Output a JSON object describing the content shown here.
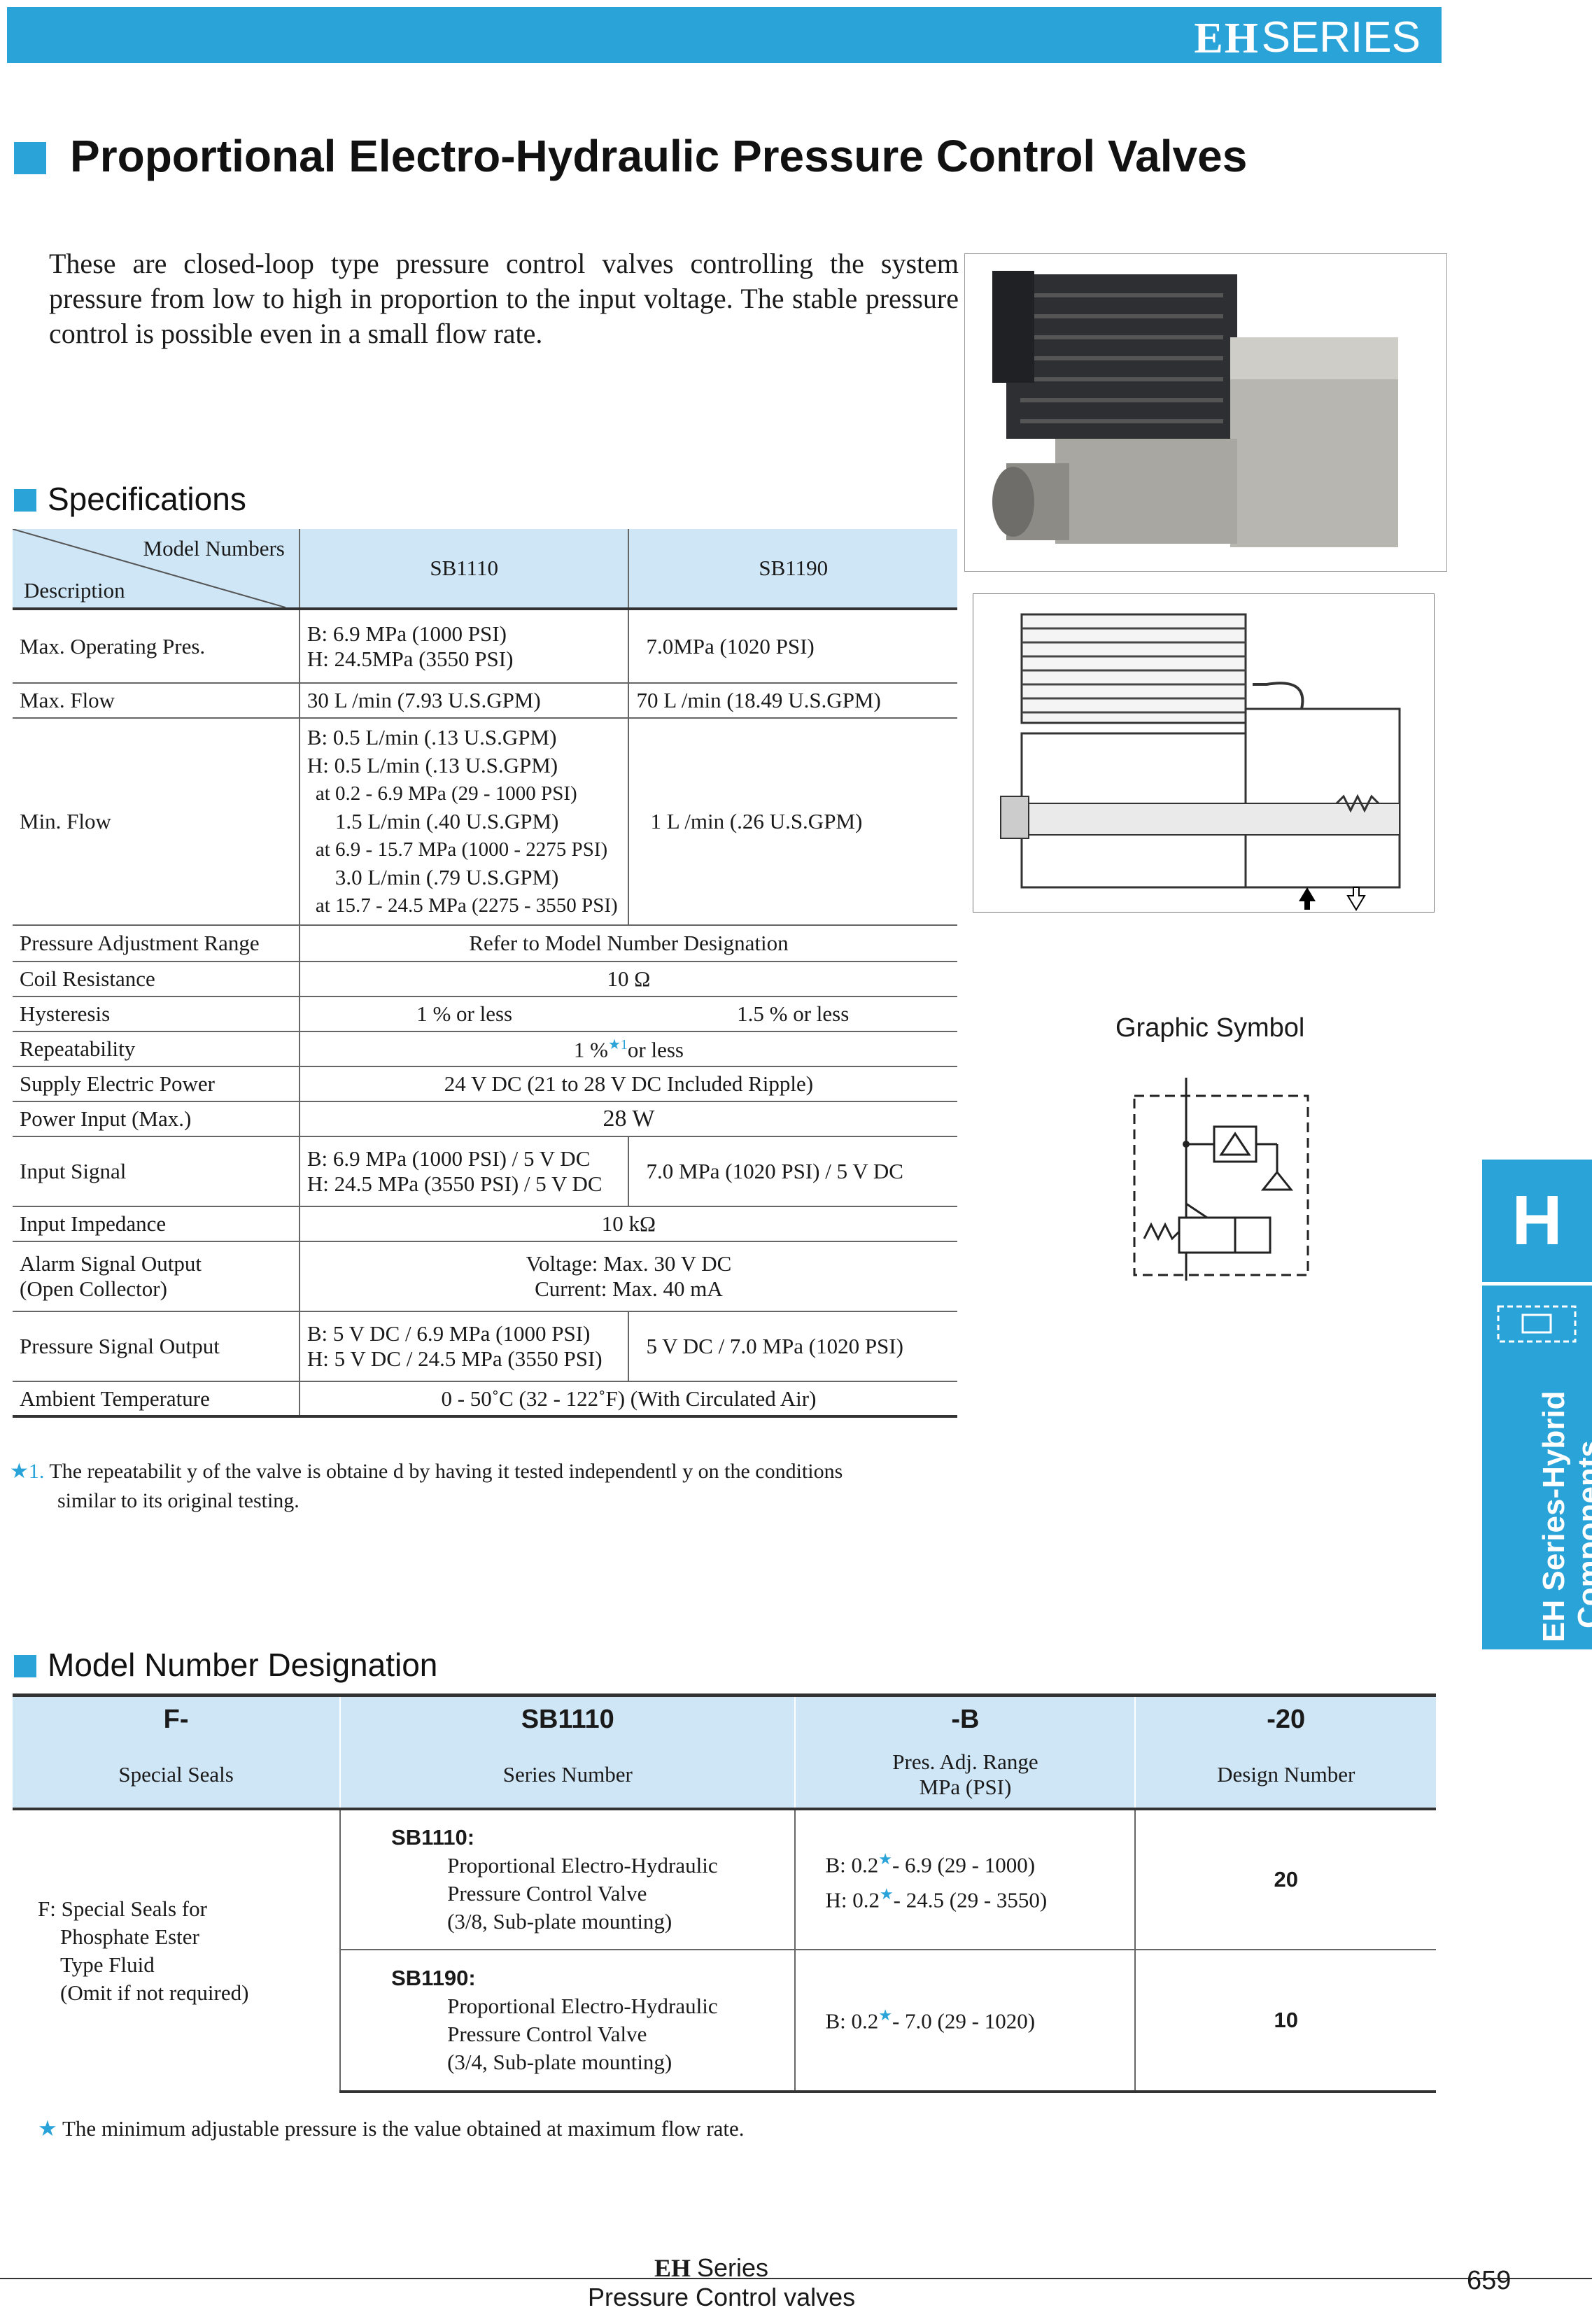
{
  "header": {
    "logo": "EH",
    "series": "SERIES"
  },
  "title": "Proportional Electro-Hydraulic Pressure Control Valves",
  "intro": "These are closed-loop type pressure control valves controlling the system pressure from low to high in proportion to the input voltage.  The stable pressure control is possible even in a small flow rate.",
  "specifications": {
    "heading": "Specifications",
    "header_model_numbers": "Model Numbers",
    "header_description": "Description",
    "models": [
      "SB1110",
      "SB1190"
    ],
    "rows": {
      "max_pres_label": "Max. Operating Pres.",
      "max_pres_sb1110": [
        "B: 6.9 MPa (1000 PSI)",
        "H: 24.5MPa (3550 PSI)"
      ],
      "max_pres_sb1190": "7.0MPa (1020 PSI)",
      "max_flow_label": "Max. Flow",
      "max_flow_sb1110": "30  L /min (7.93 U.S.GPM)",
      "max_flow_sb1190": "70  L /min  (18.49 U.S.GPM)",
      "min_flow_label": "Min. Flow",
      "min_flow_sb1110": [
        "B: 0.5 L/min (.13 U.S.GPM)",
        "H: 0.5 L/min (.13 U.S.GPM)",
        "at 0.2 - 6.9 MPa (29 - 1000 PSI)",
        "1.5 L/min (.40 U.S.GPM)",
        "at 6.9 - 15.7 MPa (1000 - 2275 PSI)",
        "3.0 L/min (.79 U.S.GPM)",
        "at 15.7 - 24.5 MPa (2275 - 3550 PSI)"
      ],
      "min_flow_sb1190": "1   L /min (.26 U.S.GPM)",
      "pressure_adj_label": "Pressure Adjustment Range",
      "pressure_adj_value": "Refer to Model Number Designation",
      "coil_label": "Coil Resistance",
      "coil_value": "10  Ω",
      "hysteresis_label": "Hysteresis",
      "hysteresis_sb1110": "1 % or less",
      "hysteresis_sb1190": "1.5 % or less",
      "repeat_label": "Repeatability",
      "repeat_value_a": "1 %",
      "repeat_star": "★1",
      "repeat_value_b": "or less",
      "supply_label": "Supply Electric Power",
      "supply_value": "24 V DC  (21 to 28 V DC Included Ripple)",
      "power_label": "Power Input (Max.)",
      "power_value": "28  W",
      "input_signal_label": "Input Signal",
      "input_signal_sb1110": [
        "B: 6.9 MPa (1000 PSI) / 5 V DC",
        "H: 24.5 MPa (3550 PSI) / 5 V DC"
      ],
      "input_signal_sb1190": "7.0 MPa (1020 PSI) / 5 V DC",
      "impedance_label": "Input Impedance",
      "impedance_value": "10 kΩ",
      "alarm_label": [
        "Alarm Signal Output",
        "(Open Collector)"
      ],
      "alarm_value": [
        "Voltage: Max. 30 V DC",
        "Current: Max. 40 mA"
      ],
      "pres_signal_label": "Pressure Signal Output",
      "pres_signal_sb1110": [
        "B: 5 V DC / 6.9 MPa (1000 PSI)",
        "H: 5 V DC / 24.5 MPa (3550 PSI)"
      ],
      "pres_signal_sb1190": "5 V DC / 7.0 MPa (1020 PSI)",
      "ambient_label": "Ambient Temperature",
      "ambient_value": "0 - 50˚C (32 - 122˚F)     (With Circulated Air)"
    },
    "footnote_mark": "★1.",
    "footnote": "The repeatabilit y of the valve is obtaine d by having it tested independentl y on the conditions",
    "footnote2": "similar to its original testing."
  },
  "graphic_symbol_label": "Graphic Symbol",
  "model_designation": {
    "heading": "Model Number Designation",
    "codes": [
      "F-",
      "SB1110",
      "-B",
      "-20"
    ],
    "labels": [
      "Special Seals",
      "Series Number",
      "Pres. Adj. Range",
      "MPa (PSI)",
      "Design Number"
    ],
    "special_seals": [
      "F: Special Seals for",
      "Phosphate Ester",
      "Type Fluid",
      "(Omit if not required)"
    ],
    "sb1110_name": "SB1110:",
    "sb1110_desc": [
      "Proportional Electro-Hydraulic",
      "Pressure Control Valve",
      "(3/8, Sub-plate mounting)"
    ],
    "sb1110_range_b_a": "B: 0.2",
    "sb1110_range_b_b": "- 6.9 (29 - 1000)",
    "sb1110_range_h_a": "H: 0.2",
    "sb1110_range_h_b": "- 24.5 (29 - 3550)",
    "sb1110_design": "20",
    "sb1190_name": "SB1190:",
    "sb1190_desc": [
      "Proportional Electro-Hydraulic",
      "Pressure Control Valve",
      "(3/4, Sub-plate mounting)"
    ],
    "sb1190_range_b_a": "B: 0.2",
    "sb1190_range_b_b": "- 7.0 (29 - 1020)",
    "sb1190_design": "10",
    "star": "★",
    "footnote": "The minimum adjustable pressure is the value obtained at maximum flow rate."
  },
  "side_tab": {
    "letter": "H",
    "line1": "EH Series-Hybrid",
    "line2": "Components"
  },
  "footer": {
    "logo": "EH",
    "series": "Series",
    "subtitle": "Pressure Control valves",
    "page": "659"
  },
  "colors": {
    "accent": "#2aa3d8",
    "table_head": "#cfe6f6"
  }
}
